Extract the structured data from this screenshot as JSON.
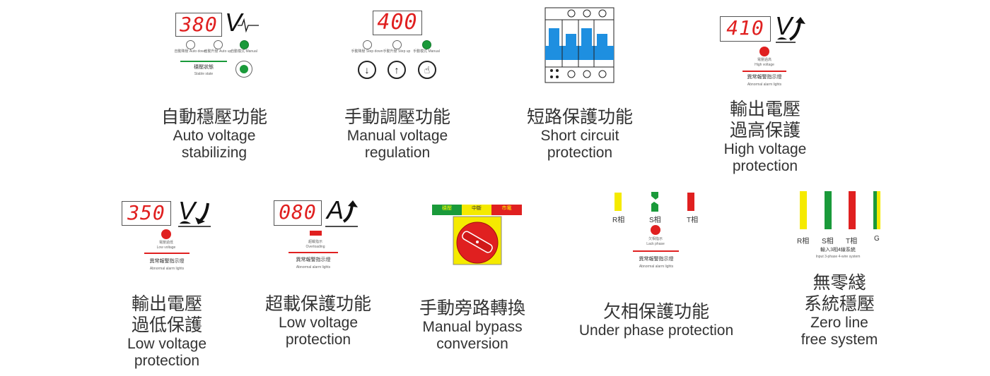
{
  "features": [
    {
      "display": "380",
      "unit": "V",
      "leds": [
        "自動降壓 Auto down",
        "自動升壓 Auto up",
        "自動模式 Manual"
      ],
      "status_label": "穩壓狀態",
      "status_label_en": "Stable state",
      "title_zh": [
        "自動穩壓功能"
      ],
      "title_en": [
        "Auto voltage",
        "stabilizing"
      ]
    },
    {
      "display": "400",
      "leds": [
        "手動降壓 Step down",
        "手動升壓 Step up",
        "手動模式 Manual"
      ],
      "buttons": [
        "↓",
        "↑",
        "☝"
      ],
      "title_zh": [
        "手動調壓功能"
      ],
      "title_en": [
        "Manual voltage",
        "regulation"
      ]
    },
    {
      "title_zh": [
        "短路保護功能"
      ],
      "title_en": [
        "Short circuit",
        "protection"
      ]
    },
    {
      "display": "410",
      "unit": "V",
      "indicator": "電壓過高",
      "indicator_en": "High voltage",
      "alarm": "異常報警指示燈",
      "alarm_en": "Abnormal alarm lights",
      "title_zh": [
        "輸出電壓",
        "過高保護"
      ],
      "title_en": [
        "High voltage",
        "protection"
      ]
    },
    {
      "display": "350",
      "unit": "V",
      "indicator": "電壓過低",
      "indicator_en": "Low voltage",
      "alarm": "異常報警指示燈",
      "alarm_en": "Abnormal alarm lights",
      "title_zh": [
        "輸出電壓",
        "過低保護"
      ],
      "title_en": [
        "Low voltage",
        "protection"
      ]
    },
    {
      "display": "080",
      "unit": "A",
      "indicator": "超載指示",
      "indicator_en": "Overloading",
      "alarm": "異常報警指示燈",
      "alarm_en": "Abnormal alarm lights",
      "title_zh": [
        "超載保護功能"
      ],
      "title_en": [
        "Low voltage",
        "protection"
      ]
    },
    {
      "switch_labels": [
        "穩壓",
        "中斷",
        "市電"
      ],
      "title_zh": [
        "手動旁路轉換"
      ],
      "title_en": [
        "Manual bypass",
        "conversion"
      ]
    },
    {
      "phases": [
        "R相",
        "S相",
        "T相"
      ],
      "indicator": "欠相指示",
      "indicator_en": "Lack phase",
      "alarm": "異常報警指示燈",
      "alarm_en": "Abnormal alarm lights",
      "title_zh": [
        "欠相保護功能"
      ],
      "title_en": [
        "Under phase protection"
      ]
    },
    {
      "phases": [
        "R相",
        "S相",
        "T相",
        "G"
      ],
      "system": "輸入3相4線系統",
      "system_en": "Input 3-phase 4-wire system",
      "title_zh": [
        "無零綫",
        "系統穩壓"
      ],
      "title_en": [
        "Zero line",
        "free system"
      ]
    }
  ],
  "colors": {
    "red": "#e02020",
    "green": "#1a9a3a",
    "yellow": "#f5ea00",
    "blue": "#1e8fe0"
  }
}
